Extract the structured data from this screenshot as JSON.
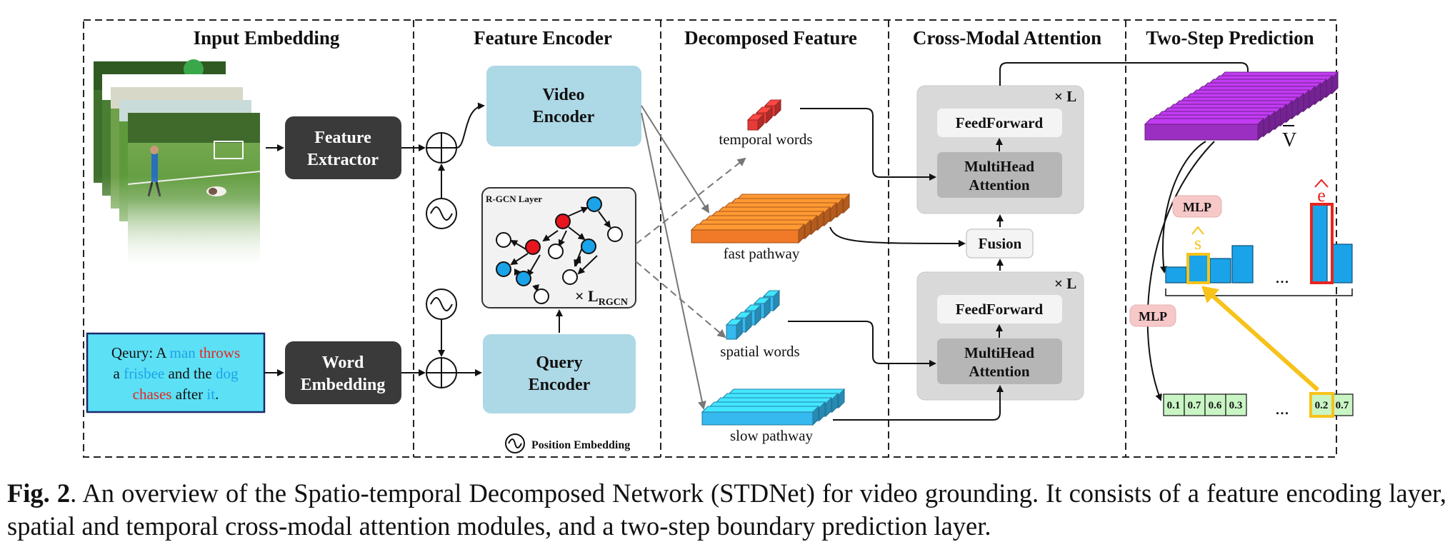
{
  "sections": {
    "input_embedding": "Input Embedding",
    "feature_encoder": "Feature Encoder",
    "decomposed_feature": "Decomposed Feature",
    "cross_modal_attention": "Cross-Modal Attention",
    "two_step_prediction": "Two-Step Prediction"
  },
  "blocks": {
    "feature_extractor": [
      "Feature",
      "Extractor"
    ],
    "word_embedding": [
      "Word",
      "Embedding"
    ],
    "video_encoder": [
      "Video",
      "Encoder"
    ],
    "query_encoder": [
      "Query",
      "Encoder"
    ],
    "rgcn_layer": "R-GCN Layer",
    "rgcn_repeat": "× L",
    "rgcn_repeat_sub": "RGCN",
    "position_embedding": "Position Embedding",
    "feedforward": "FeedForward",
    "multihead": [
      "MultiHead",
      "Attention"
    ],
    "repeat_l": "× L",
    "fusion": "Fusion",
    "v_bar": "V"
  },
  "query": {
    "line1": [
      {
        "text": "Qeury: A ",
        "color": "#111111"
      },
      {
        "text": "man",
        "color": "#1aa3e8"
      },
      {
        "text": " throws",
        "color": "#e8231f"
      }
    ],
    "line2": [
      {
        "text": "a ",
        "color": "#111111"
      },
      {
        "text": "frisbee",
        "color": "#1aa3e8"
      },
      {
        "text": " and the ",
        "color": "#111111"
      },
      {
        "text": "dog",
        "color": "#1aa3e8"
      }
    ],
    "line3": [
      {
        "text": "chases",
        "color": "#e8231f"
      },
      {
        "text": " after ",
        "color": "#111111"
      },
      {
        "text": "it",
        "color": "#1aa3e8"
      },
      {
        "text": ".",
        "color": "#111111"
      }
    ]
  },
  "features": {
    "temporal_words": "temporal words",
    "fast_pathway": "fast pathway",
    "spatial_words": "spatial words",
    "slow_pathway": "slow pathway"
  },
  "prediction": {
    "mlp_labels": [
      "MLP",
      "MLP"
    ],
    "s_hat": "s",
    "e_hat": "e",
    "ellipsis": "...",
    "scores": [
      "0.1",
      "0.7",
      "0.6",
      "0.3"
    ],
    "selected_scores": [
      "0.2",
      "0.7"
    ]
  },
  "caption": {
    "fig_label": "Fig. 2",
    "text": ".  An overview of the Spatio-temporal Decomposed Network (STDNet) for video grounding.  It consists of a feature encoding layer, spatial and temporal cross-modal attention modules, and a two-step boundary prediction layer."
  },
  "colors": {
    "dark_block": "#3a3a3a",
    "encoder_block": "#add8e6",
    "query_box": "#5ce0f5",
    "temporal_words": "#e83a36",
    "fast_pathway": "#f07a28",
    "spatial_words": "#35b9ef",
    "slow_pathway": "#35b9ef",
    "v_bar": "#9b2fc2",
    "highlight_yellow": "#f7c21a",
    "highlight_red": "#e8231f",
    "mlp_badge": "#f7c8c8",
    "score_cell": "#c9f5c4"
  }
}
